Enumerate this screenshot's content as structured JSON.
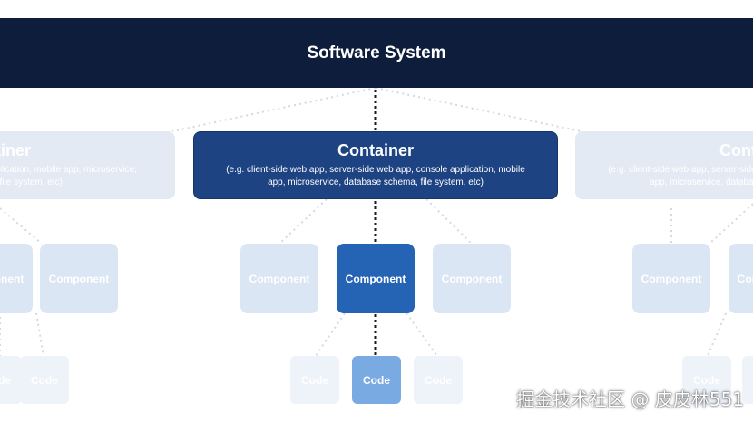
{
  "system": {
    "label": "Software System"
  },
  "containers": {
    "left": {
      "title": "Container",
      "desc": "(e.g. client-side web app, console application, mobile app, microservice, database schema, file system, etc)"
    },
    "center": {
      "title": "Container",
      "desc": "(e.g. client-side web app, server-side web app, console application, mobile app, microservice, database schema, file system, etc)"
    },
    "right": {
      "title": "Container",
      "desc": "(e.g. client-side web app, server-side web app, console application, mobile app, microservice, database schema, file system, etc)"
    }
  },
  "components": {
    "label": "Component"
  },
  "codes": {
    "label": "Code"
  },
  "watermark": "掘金技术社区 @ 皮皮林551",
  "colors": {
    "system": "#0f1d3d",
    "container_active": "#1e4383",
    "component_active": "#2563b5",
    "code_active": "#7aaae2",
    "faded": "#e4eaf4"
  }
}
